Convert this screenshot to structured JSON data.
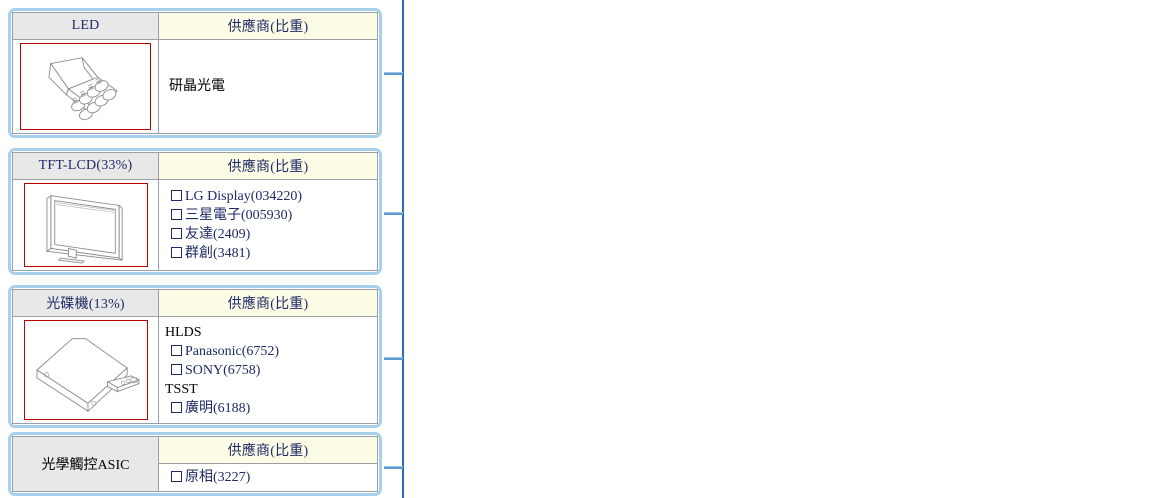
{
  "diagram": {
    "title": "Component supplier tree",
    "connector_color": "#2a6cb8",
    "branch_color": "#5a9bd5",
    "panel_border_color": "#a8d0ec",
    "thumb_border_color": "#c00000",
    "header_left_bg": "#e8e8e8",
    "header_right_bg": "#fbfbe6",
    "link_text_color": "#1f2a66"
  },
  "panels": [
    {
      "component_label": "LED",
      "supplier_header": "供應商(比重)",
      "thumbnail_icon": "led-module-line-art-icon",
      "suppliers": [
        {
          "type": "plain",
          "label": "研晶光電"
        }
      ]
    },
    {
      "component_label": "TFT-LCD(33%)",
      "supplier_header": "供應商(比重)",
      "thumbnail_icon": "lcd-monitor-line-art-icon",
      "suppliers": [
        {
          "type": "checkbox",
          "label": "LG Display(034220)"
        },
        {
          "type": "checkbox",
          "label": "三星電子(005930)"
        },
        {
          "type": "checkbox",
          "label": "友達(2409)"
        },
        {
          "type": "checkbox",
          "label": "群創(3481)"
        }
      ]
    },
    {
      "component_label": "光碟機(13%)",
      "supplier_header": "供應商(比重)",
      "thumbnail_icon": "optical-disc-drive-line-art-icon",
      "suppliers": [
        {
          "type": "group",
          "label": "HLDS"
        },
        {
          "type": "checkbox",
          "label": "Panasonic(6752)"
        },
        {
          "type": "checkbox",
          "label": "SONY(6758)"
        },
        {
          "type": "group",
          "label": "TSST"
        },
        {
          "type": "checkbox",
          "label": "廣明(6188)"
        }
      ]
    },
    {
      "component_label": "光學觸控ASIC",
      "supplier_header": "供應商(比重)",
      "thumbnail_icon": null,
      "suppliers": [
        {
          "type": "checkbox",
          "label": "原相(3227)"
        }
      ]
    }
  ]
}
